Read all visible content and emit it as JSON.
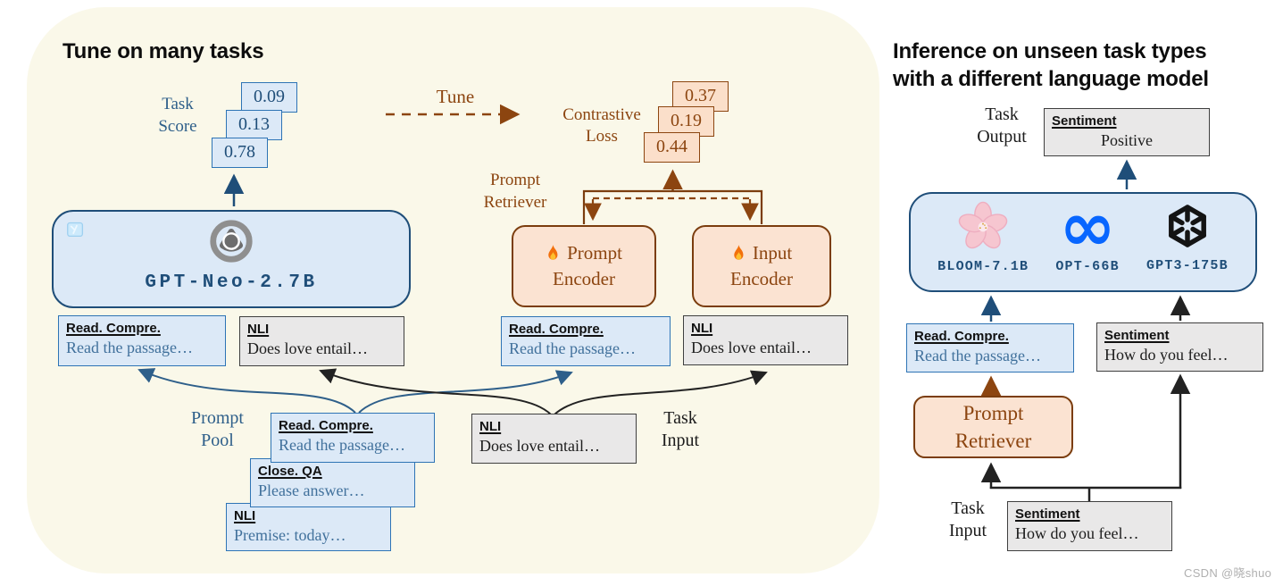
{
  "colors": {
    "panel_bg": "#faf8e9",
    "blue_fill": "#dce9f7",
    "blue_border": "#2e74b5",
    "dark_blue": "#1f4e79",
    "blue_label": "#2e5f8a",
    "gray_fill": "#e9e8e8",
    "gray_border": "#3f3f3f",
    "peach_fill": "#fbe3d2",
    "brown": "#8c4510",
    "black_line": "#222222",
    "meta_blue": "#0866ff"
  },
  "left_panel": {
    "title": "Tune on many tasks",
    "task_score_label": [
      "Task",
      "Score"
    ],
    "task_scores": [
      "0.09",
      "0.13",
      "0.78"
    ],
    "tune_label": "Tune",
    "contrastive_loss_label": [
      "Contrastive",
      "Loss"
    ],
    "loss_values": [
      "0.37",
      "0.19",
      "0.44"
    ],
    "prompt_retriever_label": [
      "Prompt",
      "Retriever"
    ],
    "model": {
      "name": "GPT-Neo-2.7B",
      "frozen_icon": "ice-cube-icon",
      "logo": "eleutherai-logo"
    },
    "encoders": [
      {
        "icon": "fire-icon",
        "line1": "Prompt",
        "line2": "Encoder"
      },
      {
        "icon": "fire-icon",
        "line1": "Input",
        "line2": "Encoder"
      }
    ],
    "under_model_cards": [
      {
        "tag": "Read. Compre.",
        "text": "Read the passage…"
      },
      {
        "tag": "NLI",
        "text": "Does love entail…"
      }
    ],
    "under_encoder_cards": [
      {
        "tag": "Read. Compre.",
        "text": "Read the passage…"
      },
      {
        "tag": "NLI",
        "text": "Does love entail…"
      }
    ],
    "prompt_pool_label": [
      "Prompt",
      "Pool"
    ],
    "prompt_pool_cards": [
      {
        "tag": "Read. Compre.",
        "text": "Read the passage…"
      },
      {
        "tag": "Close. QA",
        "text": "Please answer…"
      },
      {
        "tag": "NLI",
        "text": "Premise: today…"
      }
    ],
    "task_input_label": [
      "Task",
      "Input"
    ],
    "task_input_card": {
      "tag": "NLI",
      "text": "Does love entail…"
    }
  },
  "right_panel": {
    "title_lines": [
      "Inference on unseen task types",
      "with a different language model"
    ],
    "task_output_label": [
      "Task",
      "Output"
    ],
    "output_card": {
      "tag": "Sentiment",
      "text": "Positive"
    },
    "models": [
      {
        "name": "BLOOM-7.1B",
        "logo": "bloom-logo"
      },
      {
        "name": "OPT-66B",
        "logo": "meta-logo"
      },
      {
        "name": "GPT3-175B",
        "logo": "openai-logo"
      }
    ],
    "mid_cards": [
      {
        "tag": "Read. Compre.",
        "text": "Read the passage…"
      },
      {
        "tag": "Sentiment",
        "text": "How do you feel…"
      }
    ],
    "retriever_label": [
      "Prompt",
      "Retriever"
    ],
    "task_input_label": [
      "Task",
      "Input"
    ],
    "input_card": {
      "tag": "Sentiment",
      "text": "How do you feel…"
    }
  },
  "watermark": "CSDN @晓shuo"
}
